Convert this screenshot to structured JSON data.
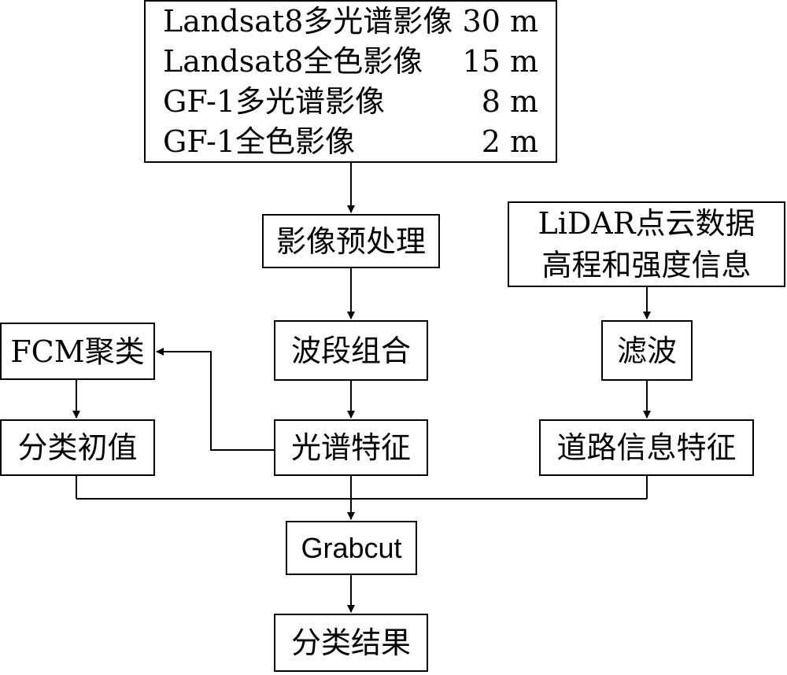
{
  "sources": {
    "rows": [
      {
        "name": "Landsat8多光谱影像",
        "res": "30 m"
      },
      {
        "name": "Landsat8全色影像",
        "res": "15 m"
      },
      {
        "name": "GF-1多光谱影像",
        "res": "8 m"
      },
      {
        "name": "GF-1全色影像",
        "res": "2 m"
      }
    ]
  },
  "nodes": {
    "preprocess": "影像预处理",
    "band_combo": "波段组合",
    "spectral": "光谱特征",
    "fcm": "FCM聚类",
    "init": "分类初值",
    "lidar_line1": "LiDAR点云数据",
    "lidar_line2": "高程和强度信息",
    "filter": "滤波",
    "road": "道路信息特征",
    "grabcut": "Grabcut",
    "result": "分类结果"
  }
}
